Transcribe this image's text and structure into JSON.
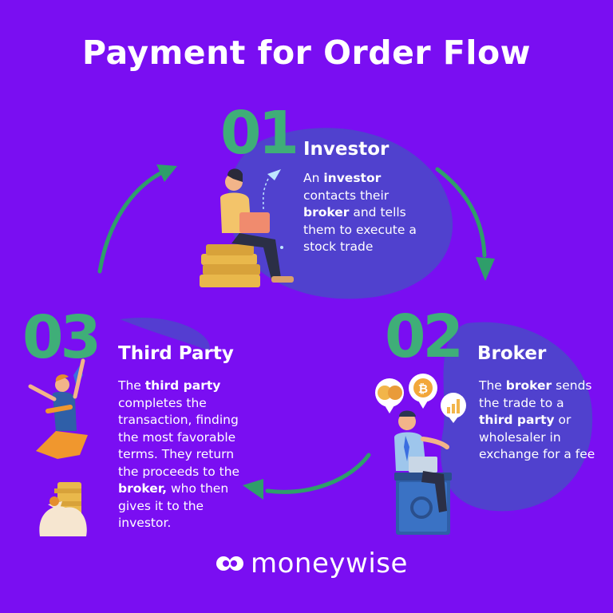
{
  "title": "Payment for Order Flow",
  "steps": [
    {
      "number": "01",
      "heading": "Investor",
      "body": [
        {
          "t": "An "
        },
        {
          "t": "investor",
          "b": true
        },
        {
          "t": " contacts their "
        },
        {
          "t": "broker",
          "b": true
        },
        {
          "t": " and tells them to execute a stock trade"
        }
      ]
    },
    {
      "number": "02",
      "heading": "Broker",
      "body": [
        {
          "t": "The "
        },
        {
          "t": "broker",
          "b": true
        },
        {
          "t": " sends the trade to a "
        },
        {
          "t": "third party",
          "b": true
        },
        {
          "t": " or wholesaler in exchange for a fee"
        }
      ]
    },
    {
      "number": "03",
      "heading": "Third Party",
      "body": [
        {
          "t": "The "
        },
        {
          "t": "third party",
          "b": true
        },
        {
          "t": " completes the transaction, finding the most favorable terms. They return the proceeds to the "
        },
        {
          "t": "broker,",
          "b": true
        },
        {
          "t": " who then gives it to the investor."
        }
      ]
    }
  ],
  "logo": {
    "text": "moneywise"
  },
  "colors": {
    "background": "#7a0ef2",
    "number_green": "#3fae78",
    "arrow_green": "#2f9e6a",
    "blob_blue": "#2d6bb0"
  },
  "icons": [
    "investor-illustration",
    "broker-illustration",
    "third-party-illustration",
    "yen-euro-bubble-icon",
    "bitcoin-bubble-icon",
    "chart-bubble-icon",
    "paper-plane-icon",
    "moneywise-logo-icon"
  ]
}
